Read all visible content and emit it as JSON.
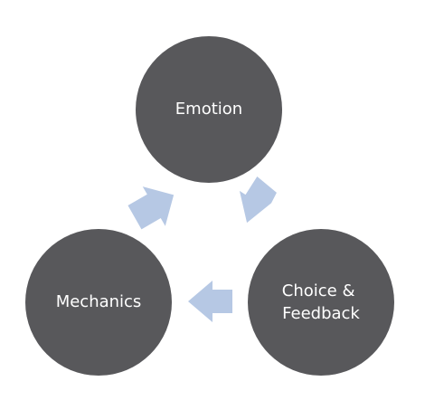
{
  "diagram": {
    "nodes": [
      {
        "id": "emotion",
        "lines": [
          "Emotion"
        ]
      },
      {
        "id": "choice-feedback",
        "lines": [
          "Choice &",
          "Feedback"
        ]
      },
      {
        "id": "mechanics",
        "lines": [
          "Mechanics"
        ]
      }
    ],
    "edges": [
      {
        "from": "emotion",
        "to": "choice-feedback"
      },
      {
        "from": "choice-feedback",
        "to": "mechanics"
      },
      {
        "from": "mechanics",
        "to": "emotion"
      }
    ],
    "colors": {
      "node_fill": "#58585b",
      "node_text": "#ffffff",
      "arrow_fill": "#b6c8e4",
      "background": "#ffffff"
    }
  }
}
